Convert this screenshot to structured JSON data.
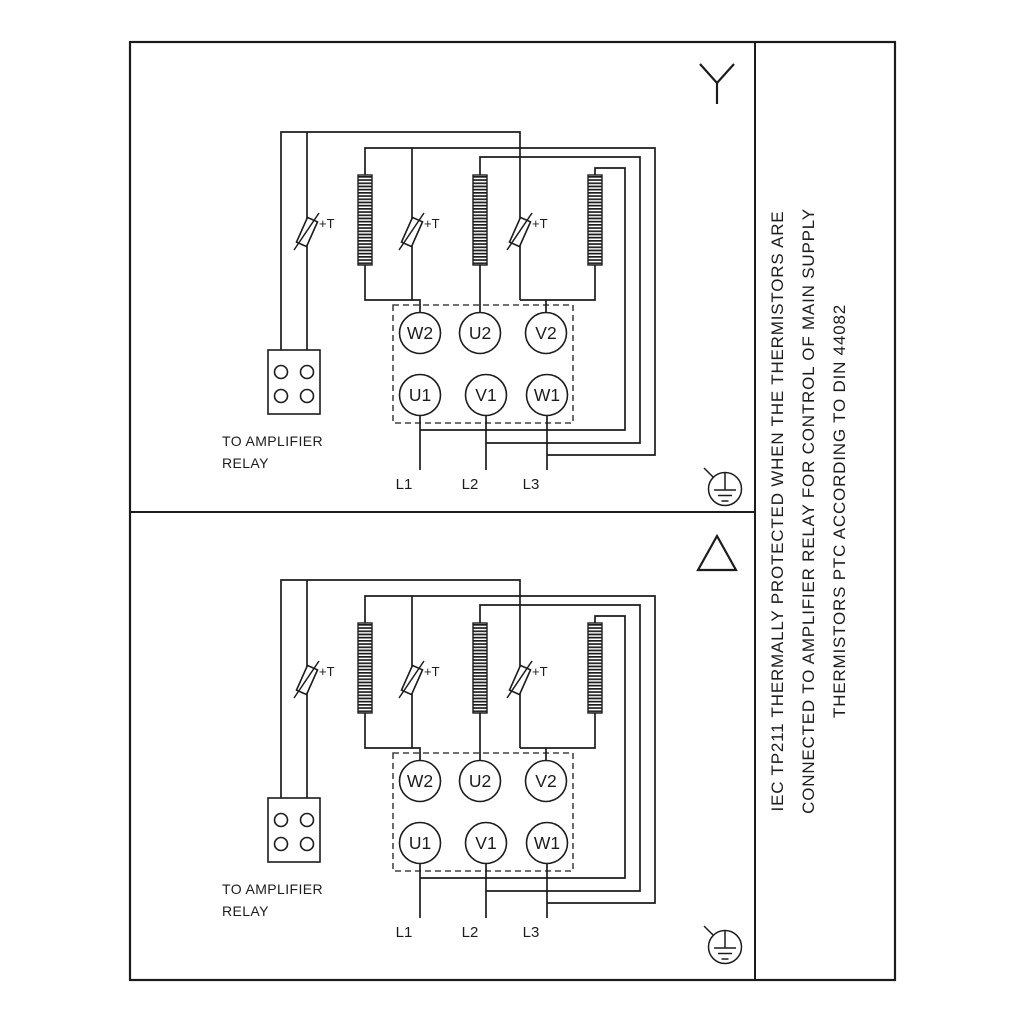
{
  "page": {
    "background": "#ffffff",
    "ink": "#1c1c1c"
  },
  "side_note": {
    "lines": [
      "IEC TP211 THERMALLY PROTECTED WHEN THE THERMISTORS ARE",
      "CONNECTED TO AMPLIFIER RELAY FOR CONTROL OF MAIN SUPPLY",
      "THERMISTORS PTC ACCORDING TO DIN 44082"
    ]
  },
  "panel_labels": {
    "relay_caption": [
      "TO AMPLIFIER",
      "RELAY"
    ],
    "thermistor": "+T",
    "terminals_top": [
      "W2",
      "U2",
      "V2"
    ],
    "terminals_bottom": [
      "U1",
      "V1",
      "W1"
    ],
    "supply_lines": [
      "L1",
      "L2",
      "L3"
    ]
  },
  "icons": {
    "star": "star-connection-icon",
    "delta": "delta-connection-icon",
    "ground": "earth-ground-icon"
  }
}
